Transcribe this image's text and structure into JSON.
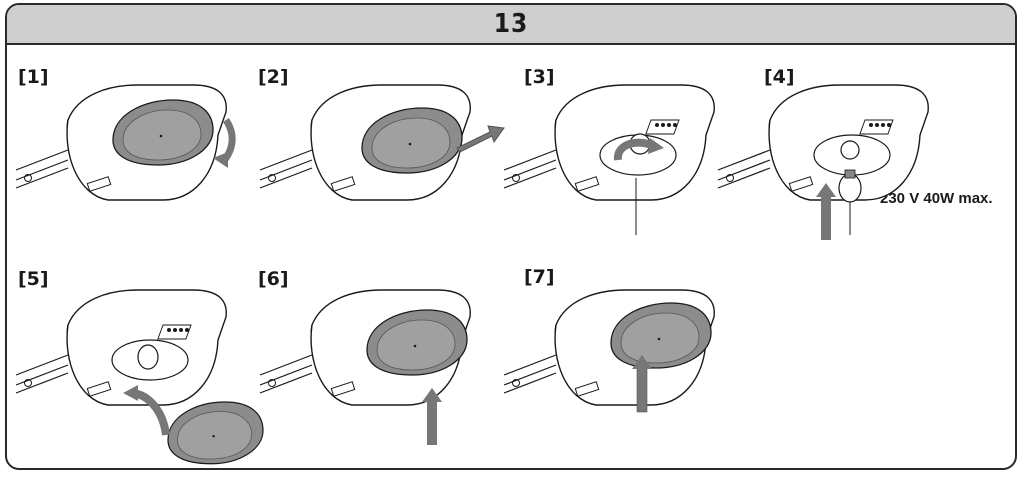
{
  "header": {
    "title": "13"
  },
  "steps": [
    "[1]",
    "[2]",
    "[3]",
    "[4]",
    "[5]",
    "[6]",
    "[7]"
  ],
  "note": "230 V 40W max.",
  "colors": {
    "cover": "#8c8c8c",
    "arrow": "#777777",
    "line": "#1a1a1a",
    "header": "#cfcfcf"
  }
}
